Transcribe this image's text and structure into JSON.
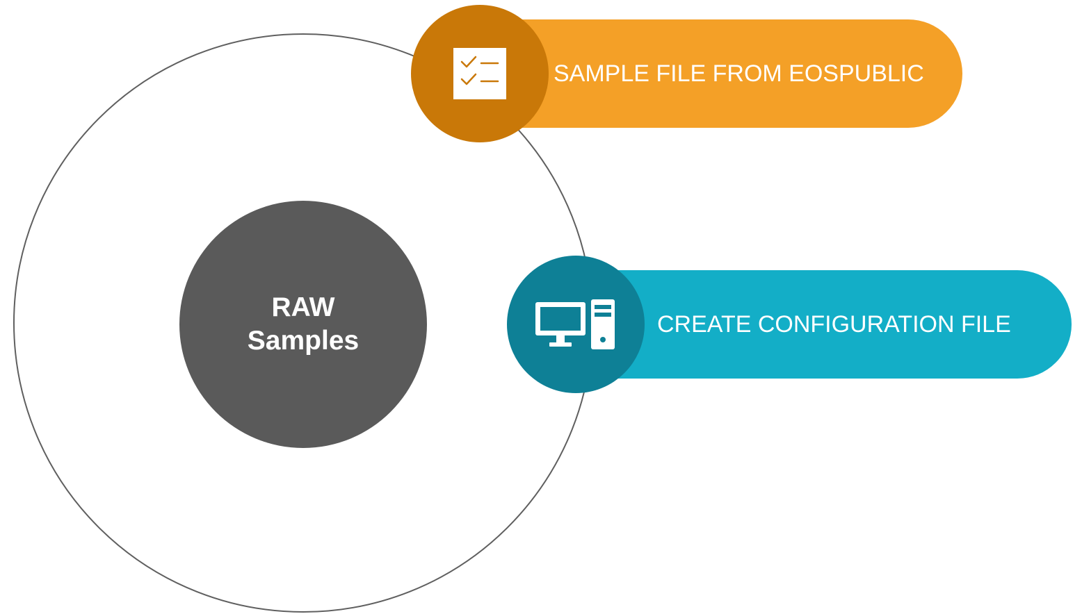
{
  "center": {
    "line1": "RAW",
    "line2": "Samples"
  },
  "steps": [
    {
      "label": "SAMPLE FILE FROM EOSPUBLIC",
      "icon": "checklist-icon",
      "color": "#f4a027",
      "icon_color": "#c97808"
    },
    {
      "label": "CREATE CONFIGURATION FILE",
      "icon": "computer-icon",
      "color": "#13aec7",
      "icon_color": "#0e8096"
    }
  ],
  "colors": {
    "center": "#5a5a5a",
    "ring": "#5f5f5f"
  }
}
